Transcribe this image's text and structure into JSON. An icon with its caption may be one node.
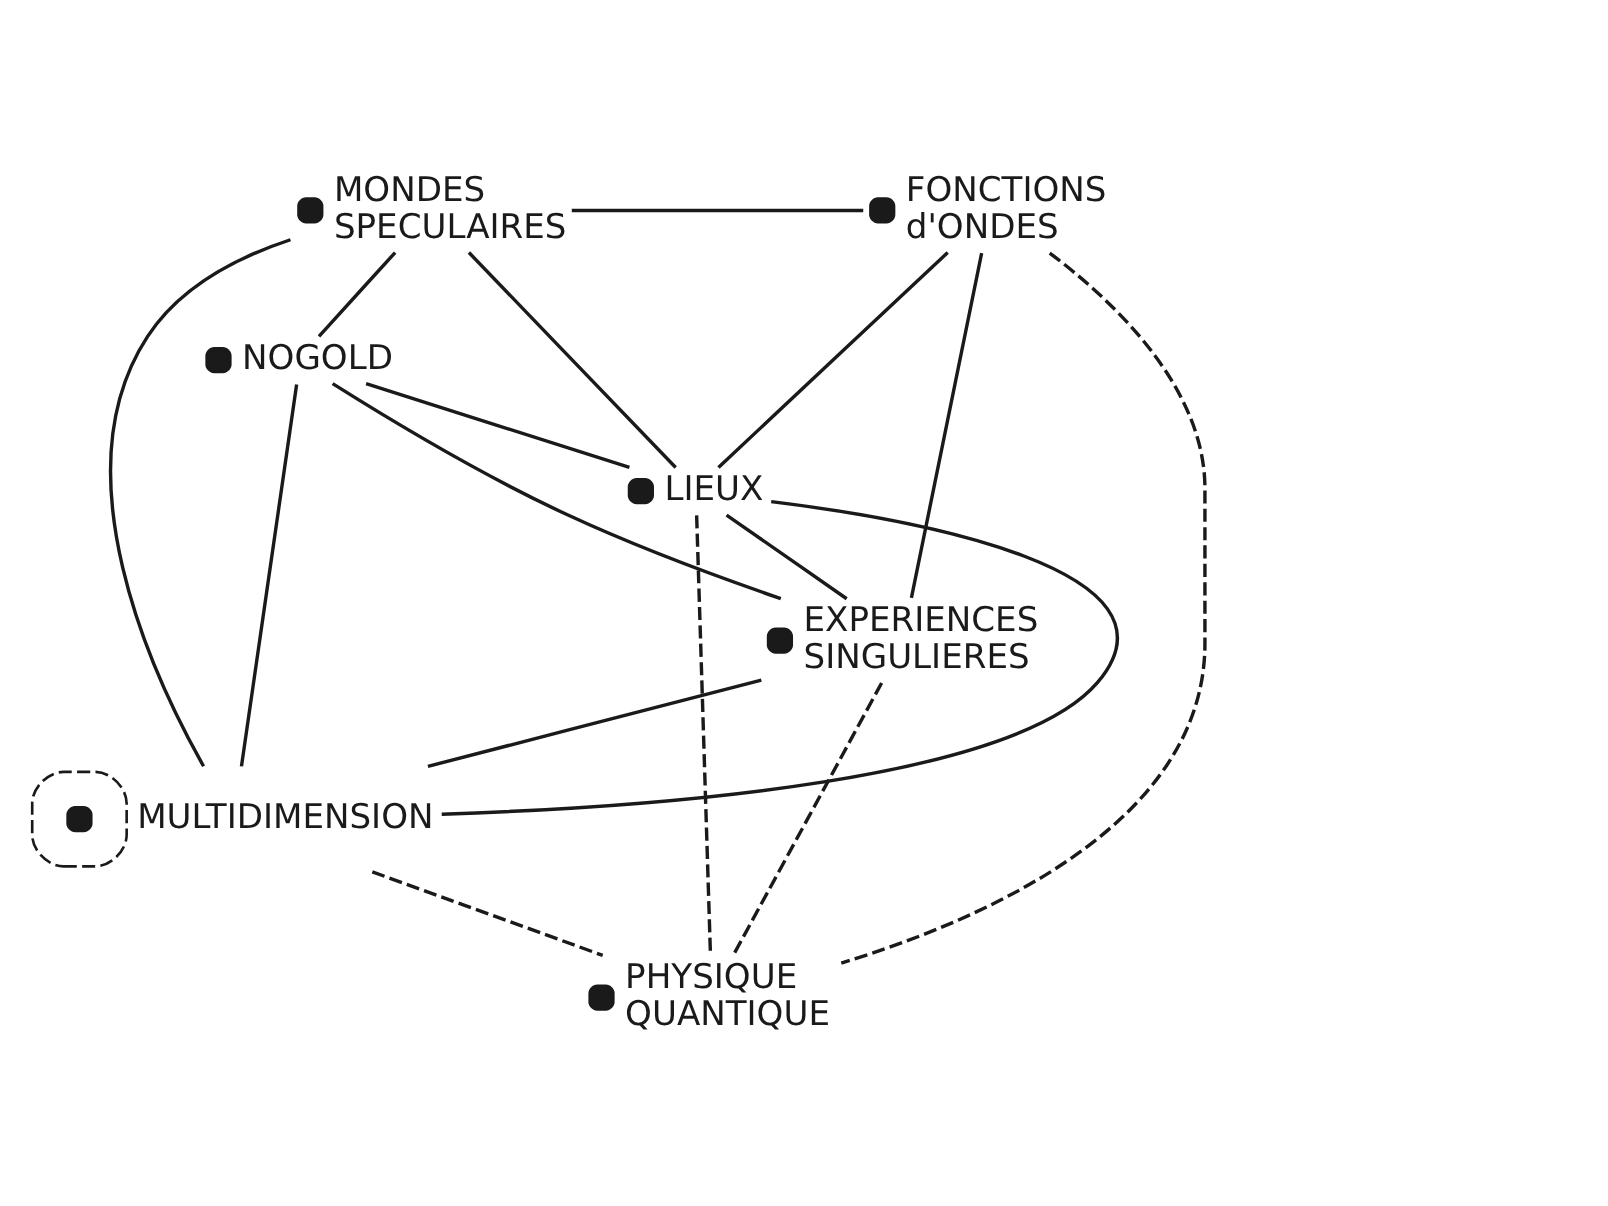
{
  "diagram": {
    "nodes": [
      {
        "text": [
          "MONDES SPECULAIRES"
        ]
      },
      {
        "text": [
          "FONCTIONS d'ONDES"
        ]
      },
      {
        "text": [
          "NOGOLD"
        ]
      },
      {
        "text": [
          "LIEUX"
        ]
      },
      {
        "text": [
          "EXPERIENCES SINGULIERES"
        ]
      },
      {
        "text": [
          "MULTIDIMENSION"
        ]
      },
      {
        "text": [
          "PHYSIQUE QUANTIQUE"
        ]
      }
    ],
    "edges": [
      {
        "from": 0,
        "to": 1,
        "arrow": "none"
      },
      {
        "from": 0,
        "to": 2,
        "arrow": "none"
      },
      {
        "from": 0,
        "to": 3,
        "arrow": "none"
      },
      {
        "from": 0,
        "to": 5,
        "arrow": "none"
      },
      {
        "from": 2,
        "to": 3,
        "arrow": "none"
      },
      {
        "from": 2,
        "to": 4,
        "arrow": "none"
      },
      {
        "from": 2,
        "to": 5,
        "arrow": "none"
      },
      {
        "from": 3,
        "to": 1,
        "arrow": "none"
      },
      {
        "from": 3,
        "to": 4,
        "arrow": "none"
      },
      {
        "from": 5,
        "to": 3,
        "arrow": "none"
      },
      {
        "from": 1,
        "to": 4,
        "arrow": "none"
      },
      {
        "from": 5,
        "to": 4,
        "arrow": "none"
      },
      {
        "from": 3,
        "to": 6,
        "arrow": "none",
        "style": "dashed"
      },
      {
        "from": 1,
        "to": 6,
        "arrow": "none",
        "style": "dashed"
      },
      {
        "from": 4,
        "to": 6,
        "arrow": "none",
        "style": "dashed"
      },
      {
        "from": 5,
        "to": 6,
        "arrow": "none",
        "style": "dashed"
      }
    ]
  }
}
